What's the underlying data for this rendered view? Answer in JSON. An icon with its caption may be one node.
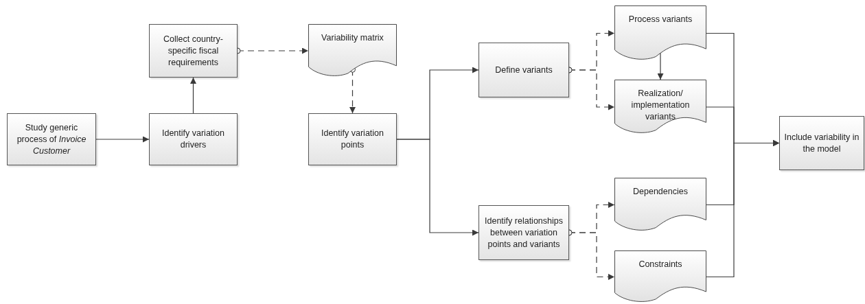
{
  "diagram": {
    "nodes": [
      {
        "text": [
          "Study generic process of *Invoice Customer*"
        ]
      },
      {
        "text": [
          "Identify variation drivers"
        ]
      },
      {
        "text": [
          "Collect country-specific fiscal requirements"
        ]
      },
      {
        "text": [
          "Variability matrix"
        ]
      },
      {
        "text": [
          "Identify variation points"
        ]
      },
      {
        "text": [
          "Define variants"
        ]
      },
      {
        "text": [
          "Identify relationships between variation points and variants"
        ]
      },
      {
        "text": [
          "Process variants"
        ]
      },
      {
        "text": [
          "Realization/ implementation variants"
        ]
      },
      {
        "text": [
          "Dependencies"
        ]
      },
      {
        "text": [
          "Constraints"
        ]
      },
      {
        "text": [
          "Include variability in the model"
        ]
      }
    ],
    "edges": [
      {
        "from": 0,
        "to": 1,
        "arrow": "to"
      },
      {
        "from": 1,
        "to": 2,
        "arrow": "to"
      },
      {
        "from": 2,
        "to": 3,
        "arrow": "to",
        "style": "dashed"
      },
      {
        "from": 3,
        "to": 4,
        "arrow": "to",
        "style": "dashed"
      },
      {
        "from": 4,
        "to": 5,
        "arrow": "to"
      },
      {
        "from": 4,
        "to": 6,
        "arrow": "to"
      },
      {
        "from": 5,
        "to": 7,
        "arrow": "to",
        "style": "dashed"
      },
      {
        "from": 5,
        "to": 8,
        "arrow": "to",
        "style": "dashed"
      },
      {
        "from": 7,
        "to": 8,
        "arrow": "to"
      },
      {
        "from": 6,
        "to": 9,
        "arrow": "to",
        "style": "dashed"
      },
      {
        "from": 6,
        "to": 10,
        "arrow": "to",
        "style": "dashed"
      },
      {
        "from": 7,
        "to": 11,
        "arrow": "to"
      },
      {
        "from": 8,
        "to": 11,
        "arrow": "to"
      },
      {
        "from": 9,
        "to": 11,
        "arrow": "to"
      },
      {
        "from": 10,
        "to": 11,
        "arrow": "to"
      }
    ]
  }
}
